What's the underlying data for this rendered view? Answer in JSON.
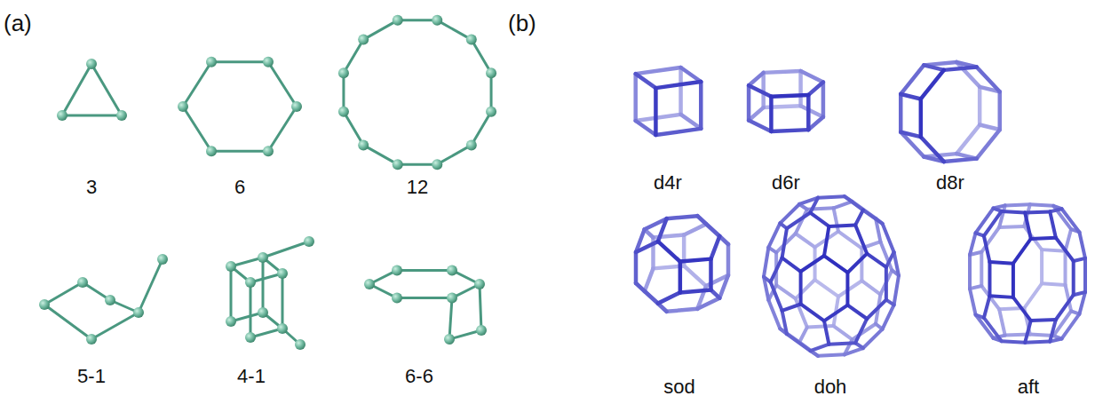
{
  "diagram": {
    "labels": [
      "(a)",
      "3",
      "6",
      "12",
      "5-1",
      "4-1",
      "6-6",
      "(b)",
      "d4r",
      "d6r",
      "d8r",
      "sod",
      "doh",
      "aft"
    ]
  }
}
